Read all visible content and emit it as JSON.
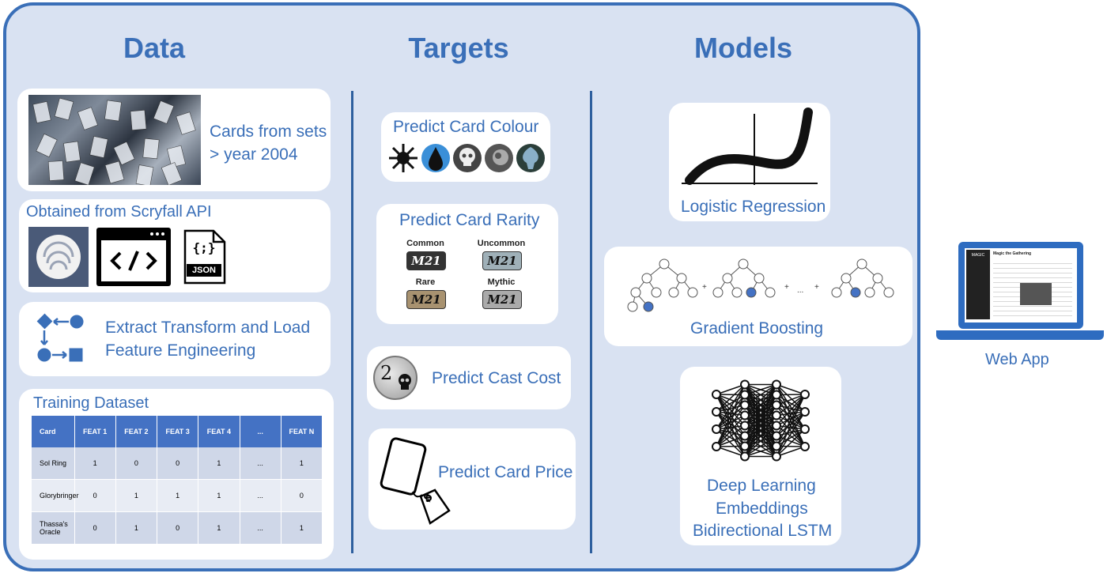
{
  "columns": {
    "data": "Data",
    "targets": "Targets",
    "models": "Models"
  },
  "data_section": {
    "cards_label_line1": "Cards from sets",
    "cards_label_line2": "> year 2004",
    "scryfall_label": "Obtained from Scryfall API",
    "json_label": "JSON",
    "json_braces": "{;}",
    "etl_line1": "Extract Transform and Load",
    "etl_line2": "Feature Engineering",
    "training_title": "Training Dataset",
    "table": {
      "headers": [
        "Card",
        "FEAT 1",
        "FEAT 2",
        "FEAT 3",
        "FEAT 4",
        "...",
        "FEAT N"
      ],
      "rows": [
        [
          "Sol Ring",
          "1",
          "0",
          "0",
          "1",
          "...",
          "1"
        ],
        [
          "Glorybringer",
          "0",
          "1",
          "1",
          "1",
          "...",
          "0"
        ],
        [
          "Thassa's Oracle",
          "0",
          "1",
          "0",
          "1",
          "...",
          "1"
        ]
      ]
    }
  },
  "targets": {
    "colour": "Predict Card Colour",
    "rarity": "Predict Card Rarity",
    "rarity_levels": [
      "Common",
      "Uncommon",
      "Rare",
      "Mythic"
    ],
    "set_symbol": "M21",
    "cast_cost": "Predict Cast Cost",
    "cast_cost_number": "2",
    "price": "Predict Card Price",
    "price_symbol": "$"
  },
  "models": {
    "logistic": "Logistic Regression",
    "gradient": "Gradient Boosting",
    "plus": "+",
    "ellipsis": "...",
    "deep_line1": "Deep Learning",
    "deep_line2": "Embeddings",
    "deep_line3": "Bidirectional LSTM"
  },
  "webapp": {
    "label": "Web App",
    "screen_title": "Magic the Gathering",
    "screen_logo": "MAGIC"
  },
  "colors": {
    "frame": "#3a6fb8",
    "panel": "#d9e2f2",
    "accent": "#4472c4",
    "table_header": "#4472c4"
  },
  "icons": [
    "cards-photo",
    "scryfall-logo",
    "code-window-icon",
    "json-file-icon",
    "etl-flow-icon",
    "white-mana-icon",
    "blue-mana-icon",
    "black-mana-icon",
    "red-mana-icon",
    "green-mana-icon",
    "cast-cost-icon",
    "price-tag-icon",
    "logistic-curve",
    "decision-trees",
    "neural-network",
    "laptop-icon"
  ]
}
